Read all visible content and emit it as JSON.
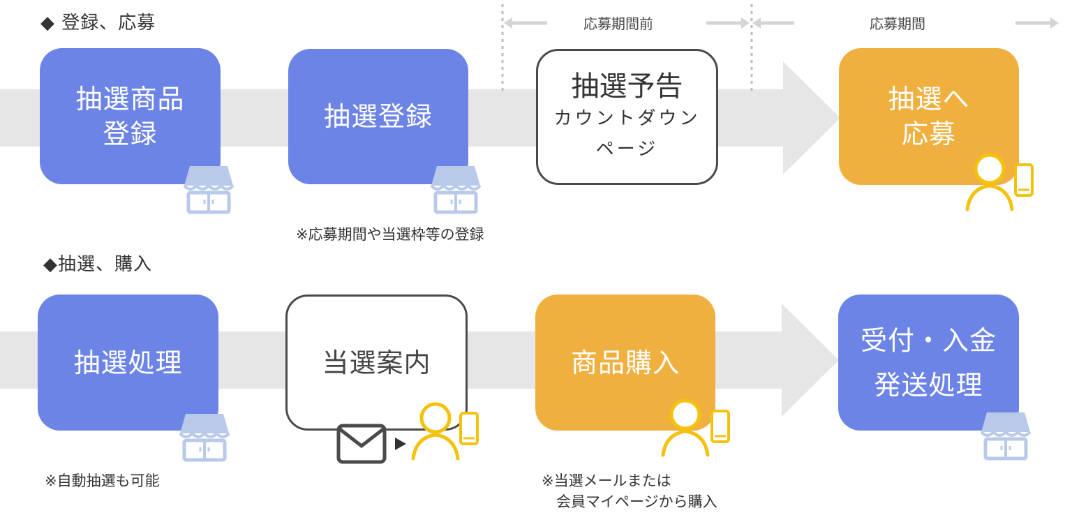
{
  "section1": {
    "title": "◆ 登録、応募"
  },
  "section2": {
    "title": "◆抽選、購入"
  },
  "periods": {
    "before": "応募期間前",
    "during": "応募期間"
  },
  "row1": [
    {
      "lines": [
        "抽選商品",
        "登録"
      ]
    },
    {
      "lines": [
        "抽選登録"
      ]
    },
    {
      "lines": [
        "抽選予告"
      ],
      "sub": [
        "カウントダウン",
        "ページ"
      ]
    },
    {
      "lines": [
        "抽選へ",
        "応募"
      ]
    }
  ],
  "row2": [
    {
      "lines": [
        "抽選処理"
      ]
    },
    {
      "lines": [
        "当選案内"
      ]
    },
    {
      "lines": [
        "商品購入"
      ]
    },
    {
      "lines": [
        "受付・入金",
        "発送処理"
      ]
    }
  ],
  "notes": {
    "register": "※応募期間や当選枠等の登録",
    "auto": "※自動抽選も可能",
    "purchase_1": "※当選メールまたは",
    "purchase_2": "　会員マイページから購入"
  },
  "colors": {
    "blue": "#6c84e6",
    "orange": "#f0b040",
    "band": "#e6e6e6",
    "icon_store": "#b8c9ea",
    "icon_user": "#f4c20d"
  },
  "icons": [
    "store-icon",
    "user-icon",
    "smartphone-icon",
    "mail-icon",
    "play-arrow-icon"
  ]
}
